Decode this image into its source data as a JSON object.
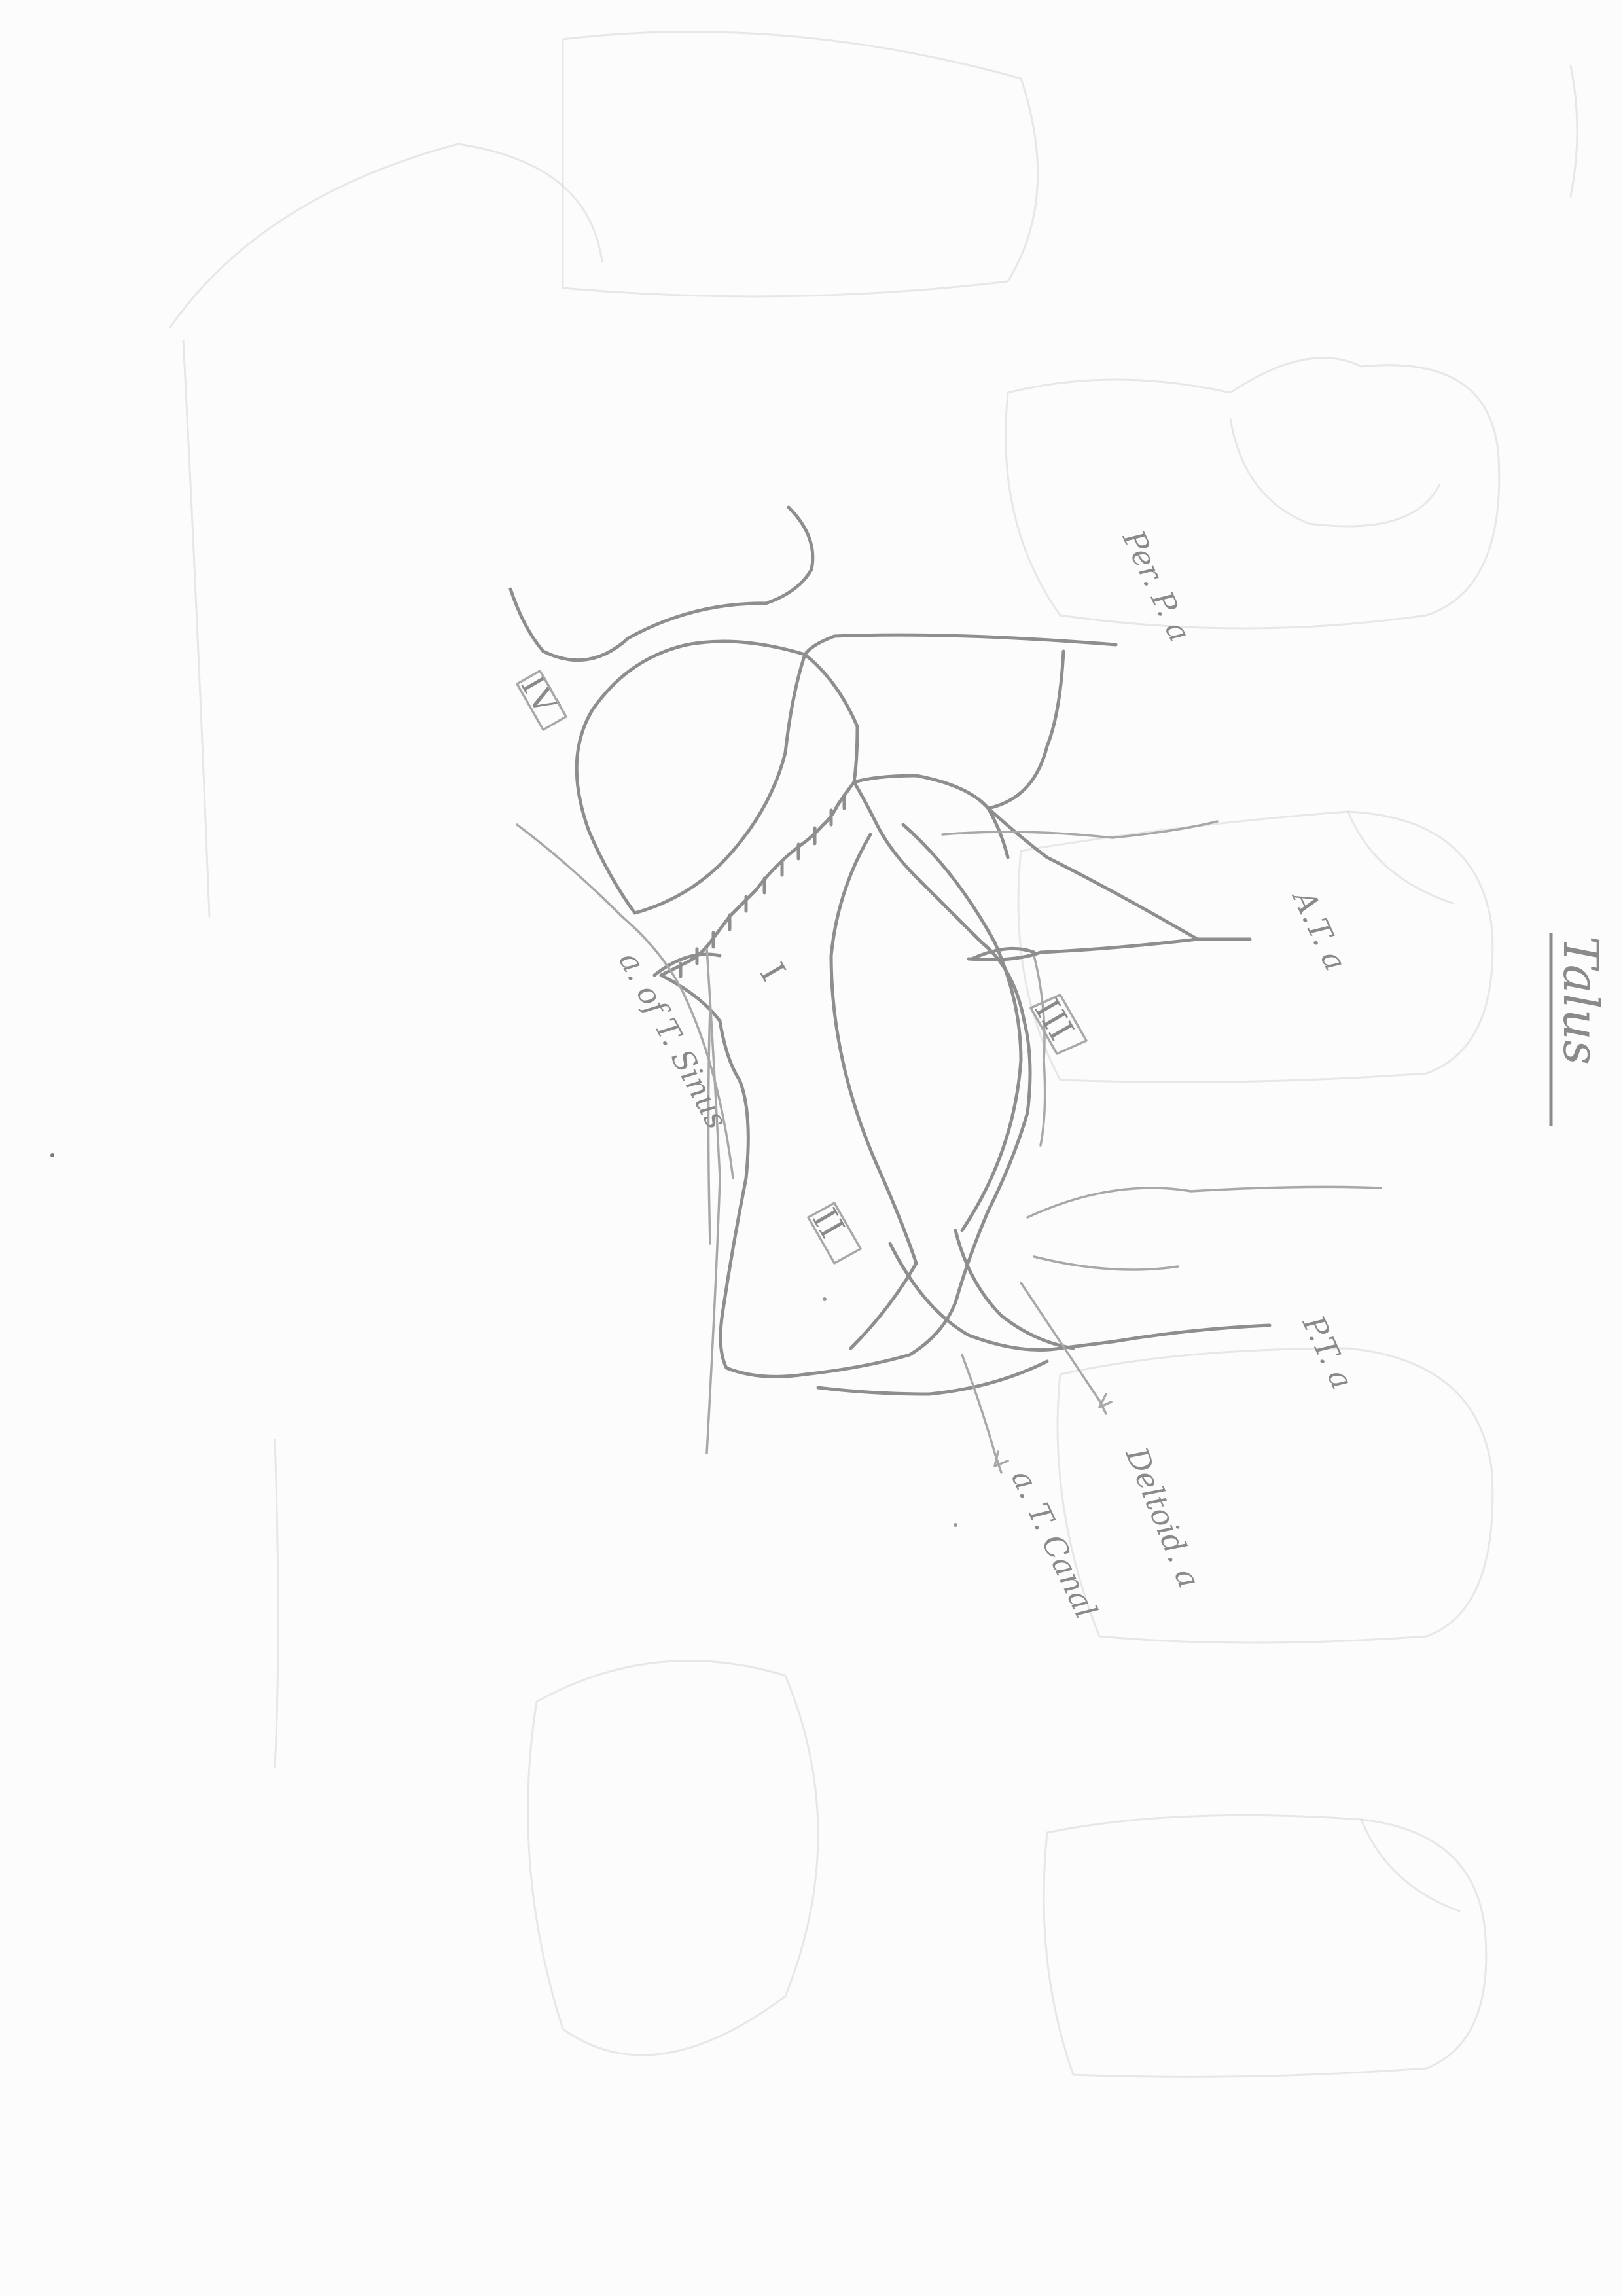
{
  "figure": {
    "title": "Talus",
    "region_numerals": {
      "region_1": "I",
      "region_2": "II",
      "region_3": "III",
      "region_4": "IV"
    },
    "vessel_labels": {
      "peroneal": "Per. P. a",
      "anterior_tibial": "A.T. a",
      "posterior_tibial": "P.T. a",
      "sinus": "a. of T. Sinus",
      "deltoid": "Deltoid. a",
      "canal": "a. T. Canal"
    }
  }
}
